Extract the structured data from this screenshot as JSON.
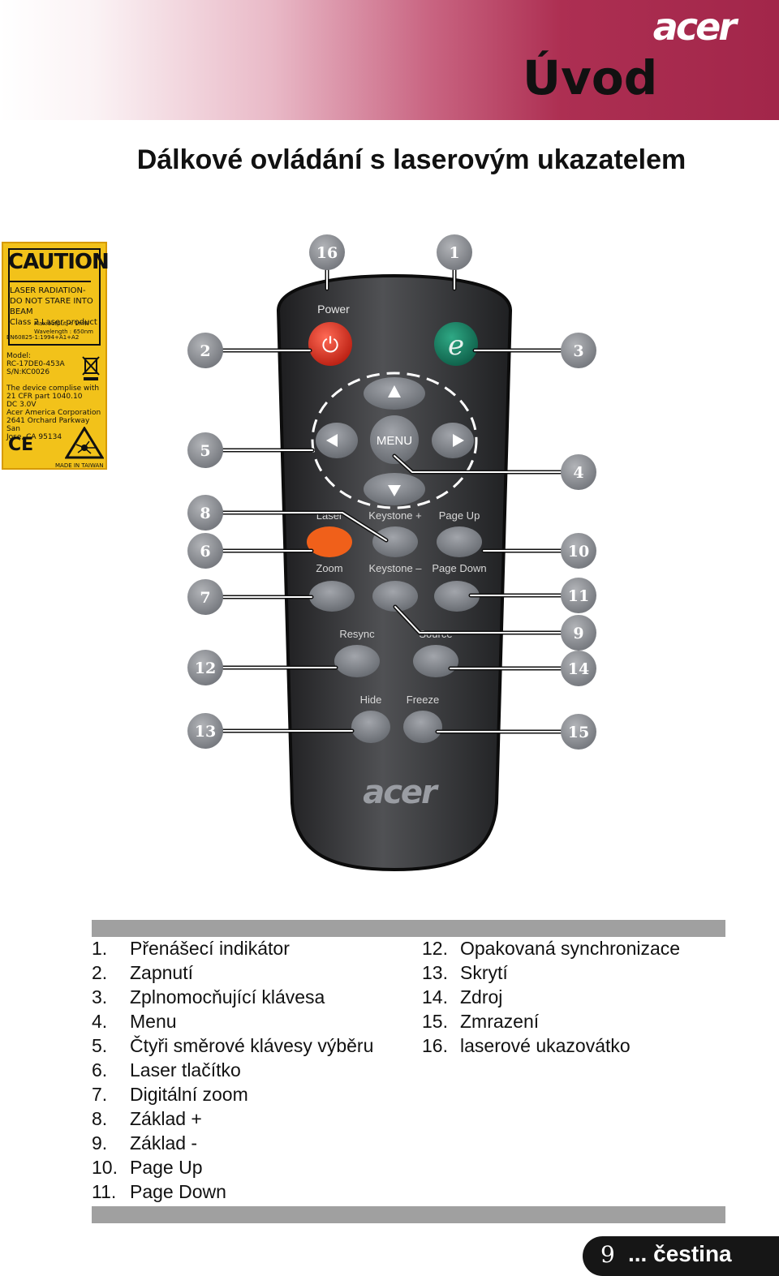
{
  "header": {
    "brand": "acer",
    "section": "Úvod"
  },
  "title": "Dálkové ovládání s laserovým ukazatelem",
  "caution_label": {
    "heading": "CAUTION",
    "warning": [
      "LASER RADIATION-",
      "DO NOT STARE INTO BEAM",
      "Class 2 Laser product"
    ],
    "specs": [
      "Max.output < 1mW",
      "Wavelength : 650nm"
    ],
    "standard": "EN60825-1:1994+A1+A2",
    "model": [
      "Model:",
      "RC-17DE0-453A",
      "S/N:KC0026"
    ],
    "compliance": [
      "The device complise with",
      "21 CFR part 1040.10",
      "DC 3.0V",
      "Acer America Corporation",
      "2641 Orchard Parkway San",
      "Jose, CA 95134"
    ],
    "ce": "CE",
    "made_in": "MADE IN TAIWAN"
  },
  "remote": {
    "brand": "acer",
    "power_label": "Power",
    "power_symbol": "⏻",
    "empowering_symbol": "e",
    "menu_label": "MENU",
    "labels": {
      "laser": "Laser",
      "keystone_plus": "Keystone +",
      "page_up": "Page Up",
      "zoom": "Zoom",
      "keystone_minus": "Keystone –",
      "page_down": "Page Down",
      "resync": "Resync",
      "source": "Source",
      "hide": "Hide",
      "freeze": "Freeze"
    }
  },
  "callouts": [
    "16",
    "1",
    "2",
    "3",
    "5",
    "4",
    "8",
    "10",
    "6",
    "7",
    "11",
    "9",
    "12",
    "14",
    "13",
    "15"
  ],
  "legend_left": [
    {
      "num": "1.",
      "text": "Přenášecí indikátor"
    },
    {
      "num": "2.",
      "text": "Zapnutí"
    },
    {
      "num": "3.",
      "text": "Zplnomocňující klávesa"
    },
    {
      "num": "4.",
      "text": "Menu"
    },
    {
      "num": "5.",
      "text": "Čtyři směrové klávesy výběru"
    },
    {
      "num": "6.",
      "text": "Laser tlačítko"
    },
    {
      "num": "7.",
      "text": "Digitální zoom"
    },
    {
      "num": "8.",
      "text": "Základ +"
    },
    {
      "num": "9.",
      "text": "Základ -"
    },
    {
      "num": "10.",
      "text": "Page Up"
    },
    {
      "num": "11.",
      "text": "Page Down"
    }
  ],
  "legend_right": [
    {
      "num": "12.",
      "text": "Opakovaná synchronizace"
    },
    {
      "num": "13.",
      "text": "Skrytí"
    },
    {
      "num": "14.",
      "text": "Zdroj"
    },
    {
      "num": "15.",
      "text": "Zmrazení"
    },
    {
      "num": "16.",
      "text": "laserové ukazovátko"
    }
  ],
  "footer": {
    "page": "9",
    "language": "... čestina"
  }
}
